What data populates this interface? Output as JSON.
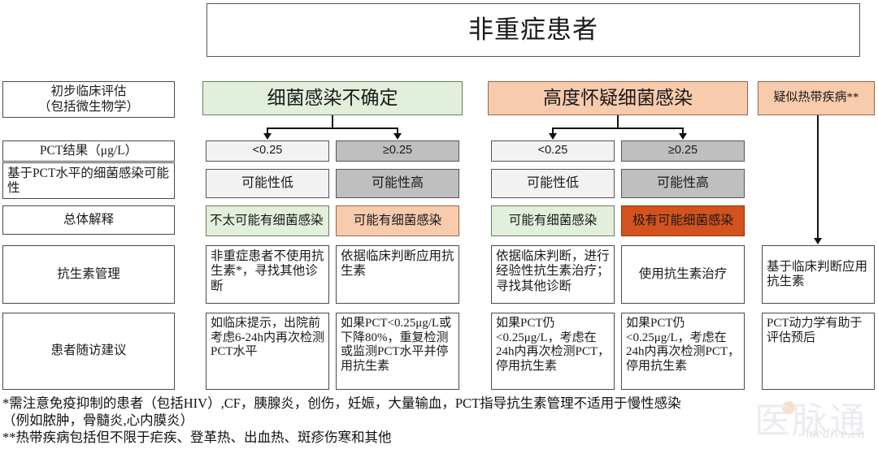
{
  "title": "非重症患者",
  "row_labels": {
    "initial": "初步临床评估\n（包括微生物学）",
    "initial_line1": "初步临床评估",
    "initial_line2": "（包括微生物学）",
    "pct_result": "PCT结果（μg/L）",
    "probability": "基于PCT水平的细菌感染可能性",
    "overall": "总体解释",
    "antibiotic": "抗生素管理",
    "followup": "患者随访建议"
  },
  "groups": {
    "uncertain": "细菌感染不确定",
    "suspected": "高度怀疑细菌感染",
    "tropical": "疑似热带疾病**"
  },
  "thresholds": {
    "low": "<0.25",
    "high": "≥0.25"
  },
  "probability": {
    "low": "可能性低",
    "high": "可能性高"
  },
  "interpretation": {
    "uncertain_low": "不太可能有细菌感染",
    "uncertain_high": "可能有细菌感染",
    "suspected_low": "可能有细菌感染",
    "suspected_high": "极有可能细菌感染"
  },
  "antibiotic": {
    "uncertain_low": "非重症患者不使用抗生素*，寻找其他诊断",
    "uncertain_high": "依据临床判断应用抗生素",
    "suspected_low": "依据临床判断，进行经验性抗生素治疗；寻找其他诊断",
    "suspected_high": "使用抗生素治疗",
    "tropical": "基于临床判断应用抗生素"
  },
  "followup": {
    "uncertain_low": "如临床提示，出院前考虑6-24h内再次检测PCT水平",
    "uncertain_high": "如果PCT<0.25μg/L或下降80%，重复检测或监测PCT水平并停用抗生素",
    "suspected_low": "如果PCT仍<0.25μg/L，考虑在24h内再次检测PCT，停用抗生素",
    "suspected_high": "如果PCT仍<0.25μg/L，考虑在24h内再次检测PCT，停用抗生素",
    "tropical": "PCT动力学有助于评估预后"
  },
  "footnotes": {
    "line1": "*需注意免疫抑制的患者（包括HIV）,CF，胰腺炎，创伤，妊娠，大量输血，PCT指导抗生素管理不适用于慢性感染",
    "line2": "（例如脓肿，骨髓炎,心内膜炎）",
    "line3": "**热带疾病包括但不限于疟疾、登革热、出血热、斑疹伤寒和其他"
  },
  "watermark": {
    "text": "medive.cn",
    "glyph": "医脉通"
  },
  "colors": {
    "green_fill": "#e2efda",
    "green_border": "#6d7c63",
    "orange_light": "#f8cbad",
    "orange_border": "#96644a",
    "orange_dark": "#d4521e",
    "grey_light": "#f2f2f2",
    "grey_dark": "#bfbfbf",
    "box_border": "#555555"
  }
}
